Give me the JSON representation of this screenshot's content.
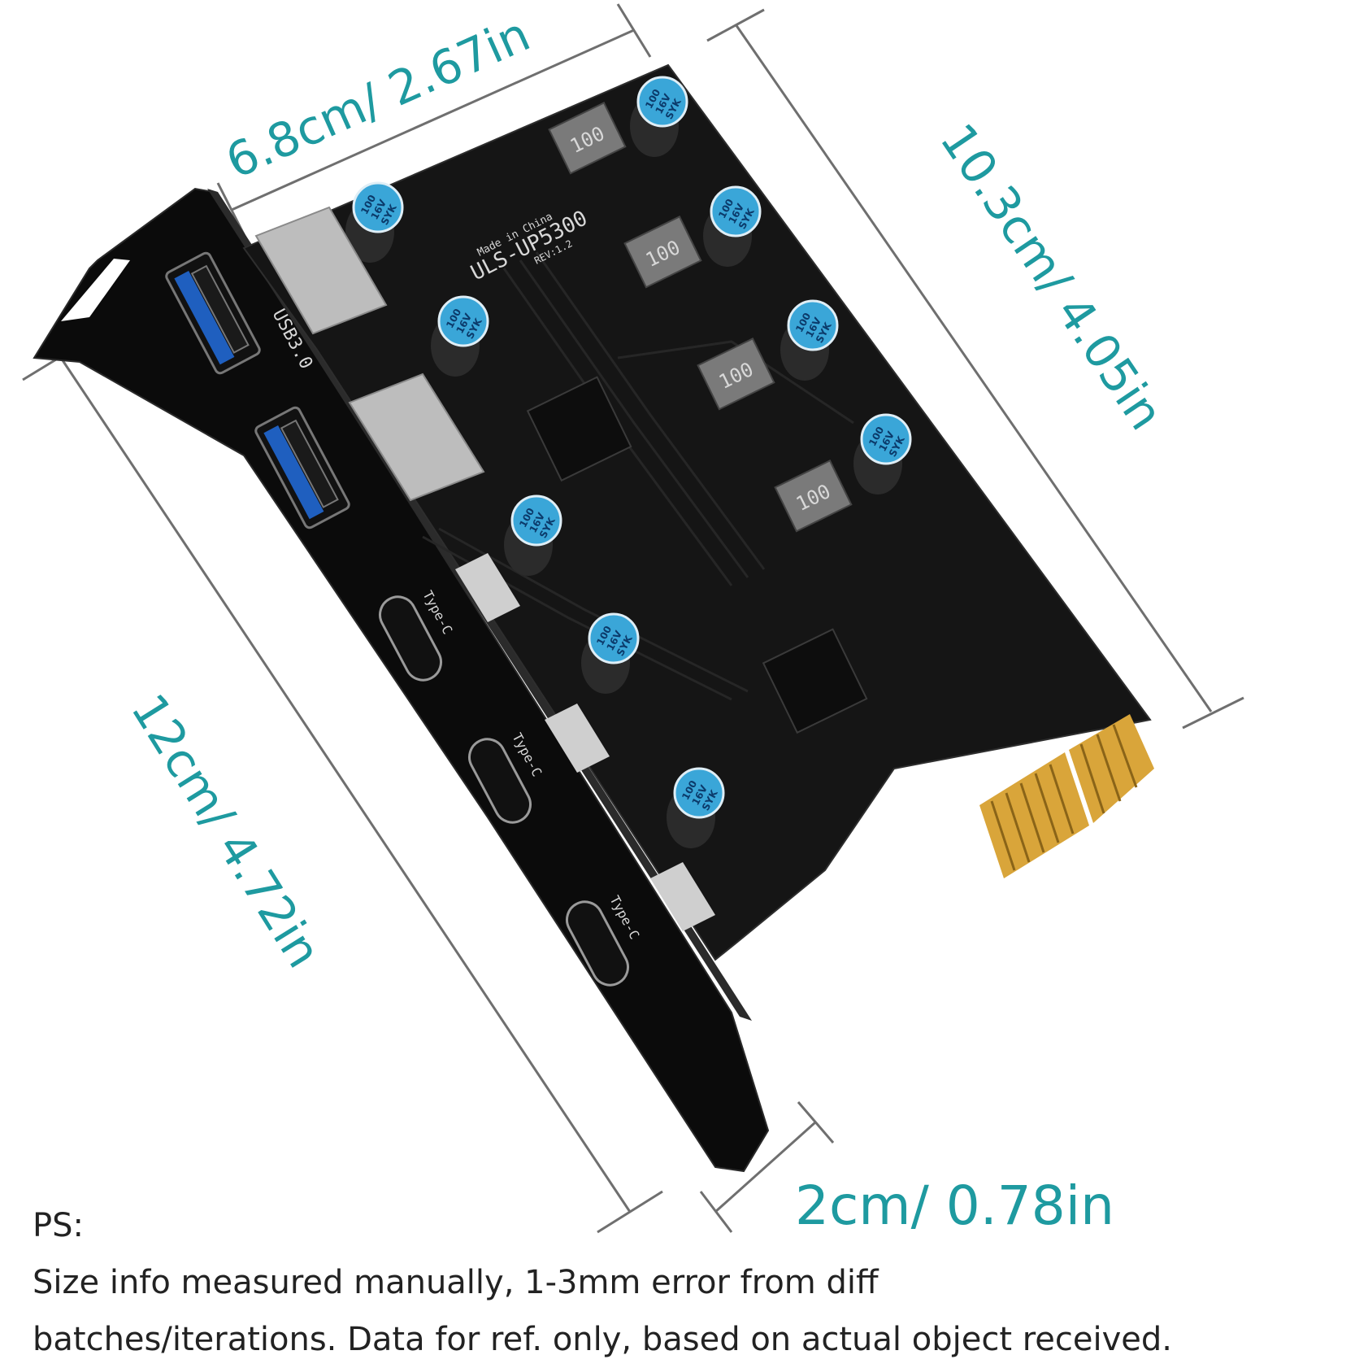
{
  "dimensions": {
    "width_top": "6.8cm/ 2.67in",
    "height_right": "10.3cm/ 4.05in",
    "bracket_length": "12cm/ 4.72in",
    "bracket_depth": "2cm/ 0.78in"
  },
  "board": {
    "model": "ULS-UP5300",
    "made_in": "Made in China",
    "revision": "REV:1.2",
    "inductor_code": "100",
    "port_label_usb": "USB3.0",
    "port_label_typec": "Type-C",
    "capacitor_lines": [
      "100",
      "16V",
      "SYK"
    ],
    "capacitor_color": "#3aa6d8",
    "pcb_color": "#151515",
    "gold_color": "#d9a53a"
  },
  "note": {
    "heading": "PS:",
    "line1": "Size info measured manually, 1-3mm error from diff",
    "line2": "batches/iterations. Data for ref. only, based on actual object received."
  },
  "colors": {
    "dimension_text": "#1e9aa0",
    "dimension_line": "#6f6f6f"
  }
}
